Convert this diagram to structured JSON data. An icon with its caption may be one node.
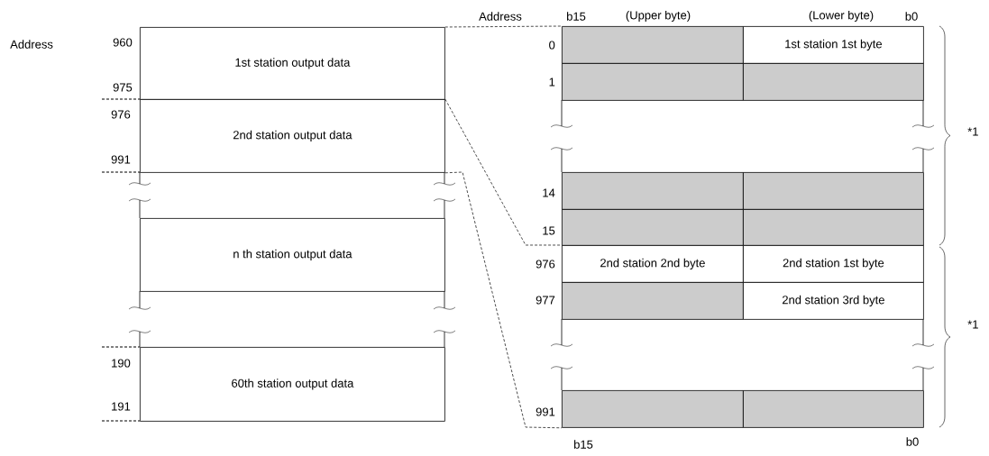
{
  "diagram": {
    "nodes": [
      {
        "text": [
          "1st station output data"
        ]
      },
      {
        "text": [
          "2nd station output data"
        ]
      },
      {
        "text": [
          "n th station output data"
        ]
      },
      {
        "text": [
          "60th station output data"
        ]
      },
      {
        "text": [],
        "shape": "box"
      },
      {
        "text": [
          "1st station 1st byte"
        ]
      },
      {
        "text": [],
        "shape": "box"
      },
      {
        "text": [],
        "shape": "box"
      },
      {
        "text": [],
        "shape": "box"
      },
      {
        "text": [],
        "shape": "box"
      },
      {
        "text": [],
        "shape": "box"
      },
      {
        "text": [],
        "shape": "box"
      },
      {
        "text": [
          "2nd station 2nd byte"
        ]
      },
      {
        "text": [
          "2nd station 1st byte"
        ]
      },
      {
        "text": [],
        "shape": "box"
      },
      {
        "text": [
          "2nd station 3rd byte"
        ]
      },
      {
        "text": [],
        "shape": "box"
      },
      {
        "text": [],
        "shape": "box"
      }
    ],
    "edges": [
      {
        "from": 0,
        "to": 4,
        "arrow": "none",
        "style": "dashed"
      },
      {
        "from": 1,
        "to": 12,
        "arrow": "none",
        "style": "dashed"
      },
      {
        "from": 1,
        "to": 16,
        "arrow": "none",
        "style": "dashed"
      }
    ],
    "labels": [
      "Address",
      "b15",
      "(Upper byte)",
      "(Lower byte)",
      "b0",
      "Address",
      "960",
      "0",
      "1",
      "975",
      "976",
      "*1",
      "991",
      "14",
      "15",
      "976",
      "977",
      "*1",
      "190",
      "191",
      "991",
      "b15",
      "b0"
    ]
  }
}
